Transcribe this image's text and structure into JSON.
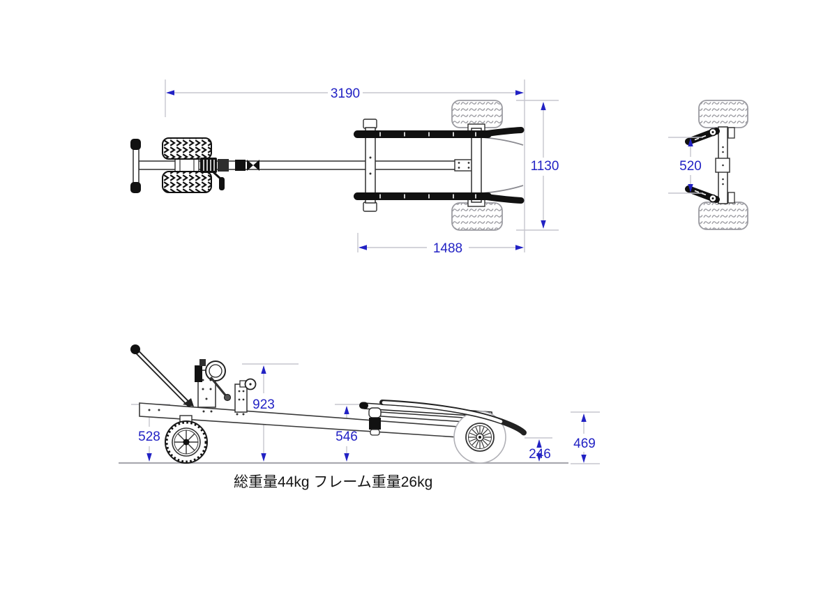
{
  "caption": "総重量44kg  フレーム重量26kg",
  "colors": {
    "dimension_blue": "#2222c4",
    "construction_gray": "#c6c6ce",
    "ink_black": "#1a1a1a",
    "tire_gray": "#9a9aa0"
  },
  "views": {
    "top": {
      "name": "top-view",
      "dims": {
        "overall_length": "3190",
        "overall_width": "1130",
        "rear_frame_length": "1488"
      }
    },
    "rear": {
      "name": "rear-view",
      "dims": {
        "bunk_spacing": "520"
      }
    },
    "side": {
      "name": "side-view",
      "dims": {
        "winch_top_height": "923",
        "coupler_height": "528",
        "frame_front_height": "546",
        "rear_tip_height": "246",
        "guide_pole_height": "469"
      }
    }
  }
}
